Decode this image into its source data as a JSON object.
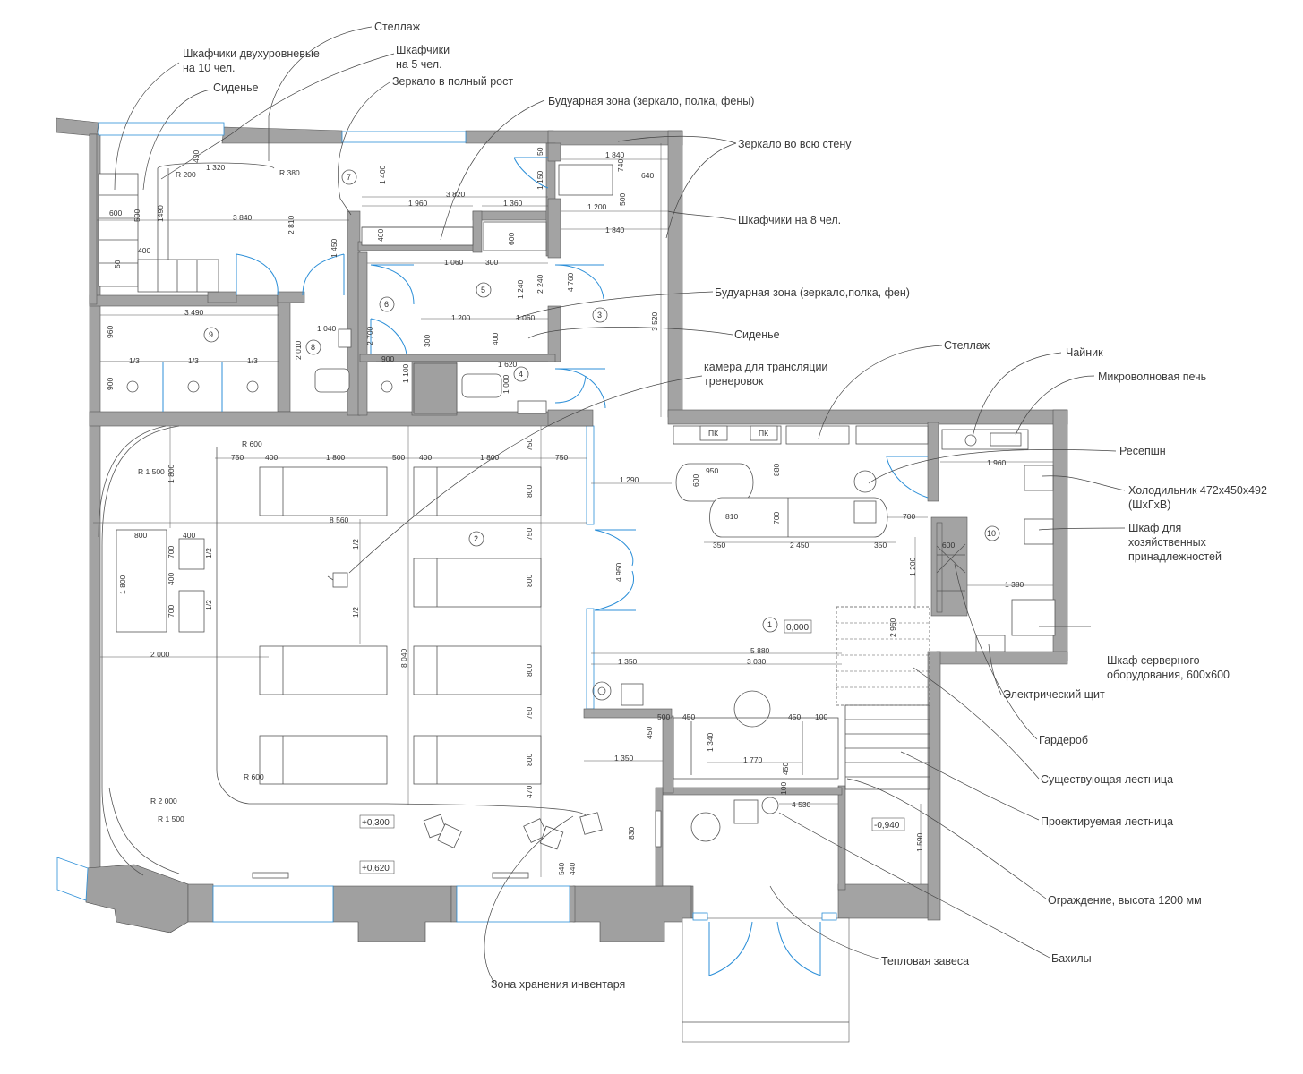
{
  "annotations": {
    "stellazh_top": "Стеллаж",
    "lockers_two_tier": [
      "Шкафчики двухуровневые",
      "на 10 чел."
    ],
    "lockers_5": [
      "Шкафчики",
      "на 5 чел."
    ],
    "seat_top": "Сиденье",
    "mirror_full": "Зеркало в полный рост",
    "boudoir_top": "Будуарная зона (зеркало, полка, фены)",
    "mirror_wall": "Зеркало во всю стену",
    "lockers_8": "Шкафчики на 8 чел.",
    "boudoir_mid": "Будуарная зона (зеркало,полка, фен)",
    "seat_mid": "Сиденье",
    "camera": [
      "камера для трансляции",
      "тренеровок"
    ],
    "stellazh_mid": "Стеллаж",
    "kettle": "Чайник",
    "microwave": "Микроволновая печь",
    "reception": "Ресепшн",
    "fridge": [
      "Холодильник 472х450х492",
      "(ШхГхВ)"
    ],
    "cabinet": [
      "Шкаф для",
      "хозяйственных",
      "принадлежностей"
    ],
    "server": [
      "Шкаф серверного",
      "оборудования, 600х600"
    ],
    "electric": "Электрический щит",
    "wardrobe": "Гардероб",
    "stairs_existing": "Существующая лестница",
    "stairs_projected": "Проектируемая лестница",
    "railing": "Ограждение, высота 1200 мм",
    "shoe_covers": "Бахилы",
    "heat_curtain": "Тепловая завеса",
    "storage": "Зона хранения инвентаря"
  },
  "rooms": [
    "1",
    "2",
    "3",
    "4",
    "5",
    "6",
    "7",
    "8",
    "9",
    "10"
  ],
  "levels": [
    "0,000",
    "+0,300",
    "+0,620",
    "-0,940"
  ],
  "furniture_labels": {
    "pc": "ПК"
  },
  "dimensions": {
    "d400a": "400",
    "d1320": "1 320",
    "r200": "R 200",
    "r380": "R 380",
    "d600a": "600",
    "d500a": "500",
    "d1490": "1490",
    "d3840": "3 840",
    "d2810": "2 810",
    "d400b": "400",
    "d50": "50",
    "d1400": "1 400",
    "d3820": "3 820",
    "d1960": "1 960",
    "d1360": "1 360",
    "d400c": "400",
    "d600b": "600",
    "d1450": "1 450",
    "d50b": "50",
    "d1150": "1 150",
    "d1840a": "1 840",
    "d740": "740",
    "d640": "640",
    "d500b": "500",
    "d1200a": "1 200",
    "d1840b": "1 840",
    "d1060a": "1 060",
    "d300a": "300",
    "d1240": "1 240",
    "d2240": "2 240",
    "d4760": "4 760",
    "d1200b": "1 200",
    "d1060b": "1 060",
    "d300b": "300",
    "d400d": "400",
    "d3490": "3 490",
    "d960": "960",
    "d1_3a": "1/3",
    "d1_3b": "1/3",
    "d1_3c": "1/3",
    "d900a": "900",
    "d1040": "1 040",
    "d2700": "2 700",
    "d2010": "2 010",
    "d900b": "900",
    "d1100": "1 100",
    "d1620": "1 620",
    "d1000": "1 000",
    "d3520": "3 520",
    "r600a": "R 600",
    "r1500a": "R 1 500",
    "d1800a": "1 800",
    "d750a": "750",
    "d400e": "400",
    "d1800b": "1 800",
    "d500c": "500",
    "d400f": "400",
    "d1800c": "1 800",
    "d750b": "750",
    "d750c": "750",
    "d800a": "800",
    "d8560": "8 560",
    "d750d": "750",
    "d800b": "800",
    "d800c": "800",
    "d400g": "400",
    "d700a": "700",
    "d1_2a": "1/2",
    "d1800d": "1 800",
    "d400h": "400",
    "d700b": "700",
    "d1_2b": "1/2",
    "d1_2c": "1/2",
    "d1_2d": "1/2",
    "d2000": "2 000",
    "d8040": "8 040",
    "d800d": "800",
    "d750e": "750",
    "d800e": "800",
    "d470": "470",
    "d830": "830",
    "d540": "540",
    "d440": "440",
    "r2000": "R 2 000",
    "r1500b": "R 1 500",
    "r600b": "R 600",
    "d1290": "1 290",
    "d950": "950",
    "d600c": "600",
    "d880": "880",
    "d810": "810",
    "d700c": "700",
    "d700d": "700",
    "d350a": "350",
    "d2450": "2 450",
    "d350b": "350",
    "d4950": "4 950",
    "d1960b": "1 960",
    "d600d": "600",
    "d1200c": "1 200",
    "d1380": "1 380",
    "d2950": "2 950",
    "d5880": "5 880",
    "d1350a": "1 350",
    "d3030": "3 030",
    "d500d": "500",
    "d450a": "450",
    "d450b": "450",
    "d100": "100",
    "d450c": "450",
    "d1340": "1 340",
    "d1770": "1 770",
    "d450d": "450",
    "d1350b": "1 350",
    "d4530": "4 530",
    "d1590": "1 590",
    "d100b": "100"
  }
}
